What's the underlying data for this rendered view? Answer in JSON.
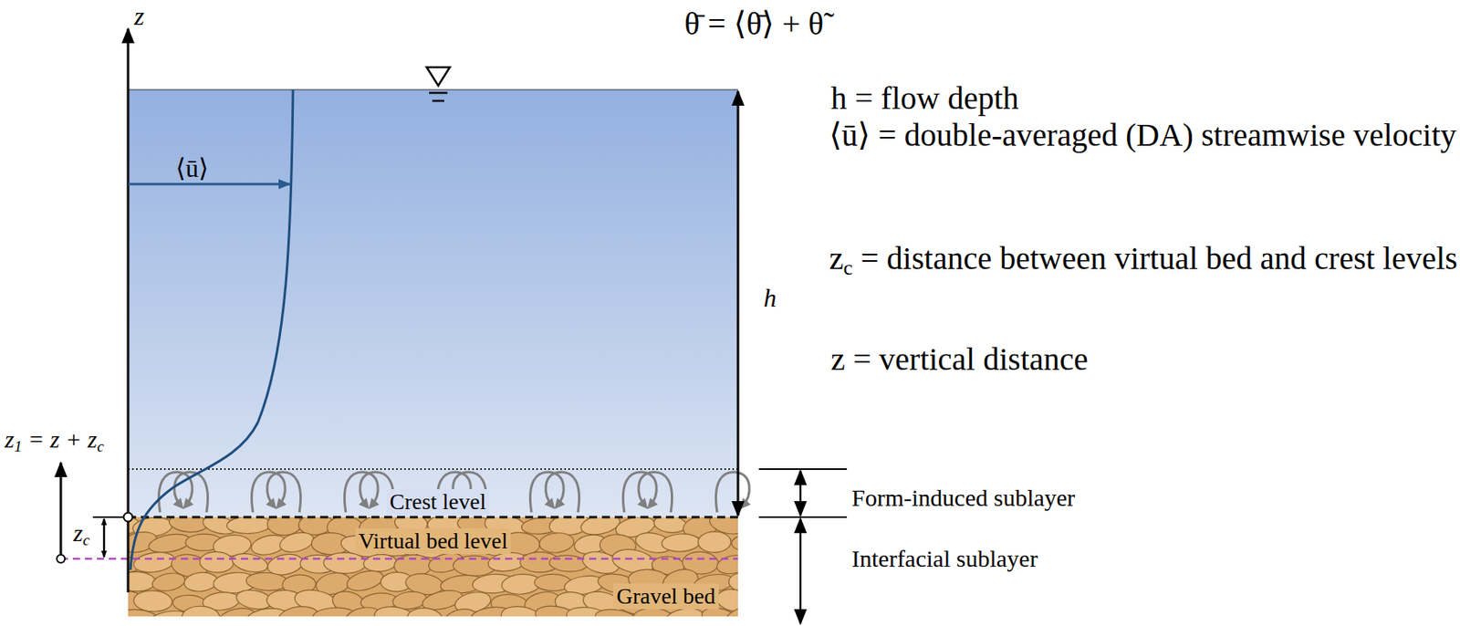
{
  "diagram": {
    "labels": [
      "z",
      "θ̄ = ⟨θ̄⟩ + θ̃",
      "⟨ū⟩",
      "h",
      "h = flow depth",
      "⟨ū⟩ = double-averaged (DA) streamwise velocity",
      "zc = distance between virtual bed and crest levels",
      "z = vertical distance",
      "z1 = z + zc",
      "zc",
      "Crest level",
      "Virtual bed level",
      "Gravel bed",
      "Form-induced sublayer",
      "Interfacial sublayer"
    ]
  }
}
